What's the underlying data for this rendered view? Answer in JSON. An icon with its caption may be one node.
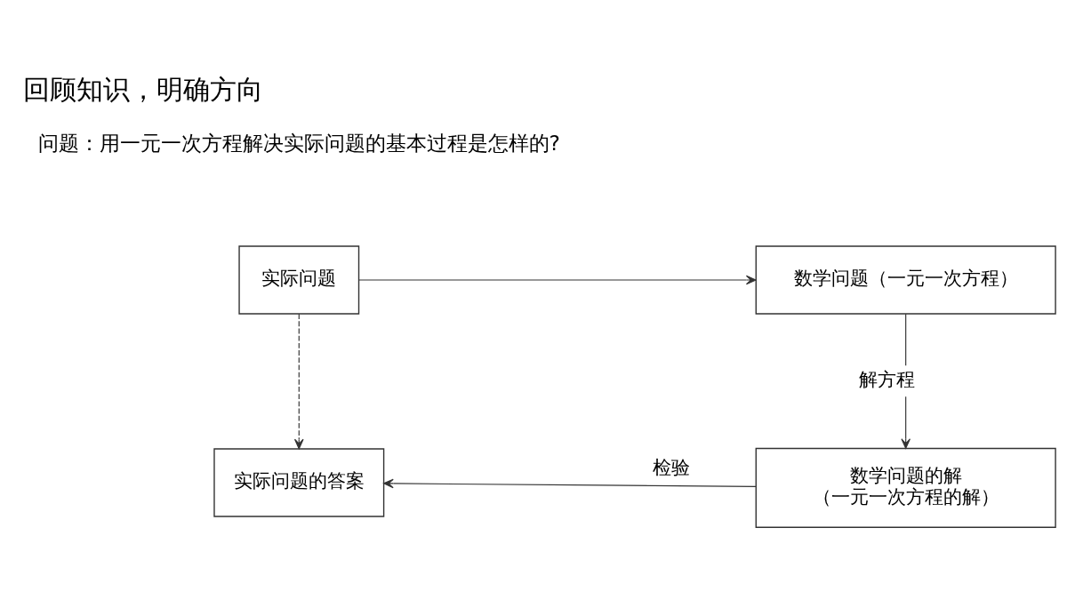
{
  "diagram": {
    "title": "回顾知识，明确方向",
    "nodes": [
      {
        "text": [
          "实际问题"
        ]
      },
      {
        "text": [
          "数学问题（一元一次方程）"
        ]
      },
      {
        "text": [
          "数学问题的解",
          "（一元一次方程的解）"
        ]
      },
      {
        "text": [
          "实际问题的答案"
        ]
      }
    ],
    "edges": [
      {
        "from": 0,
        "to": 1,
        "arrow": "to"
      },
      {
        "from": 1,
        "to": 2,
        "arrow": "to",
        "label": "解方程"
      },
      {
        "from": 2,
        "to": 3,
        "arrow": "to",
        "label": "检验"
      },
      {
        "from": 0,
        "to": 3,
        "arrow": "to",
        "style": "dashed"
      }
    ],
    "labels": [
      "问题：用一元一次方程解决实际问题的基本过程是怎样的?"
    ]
  }
}
